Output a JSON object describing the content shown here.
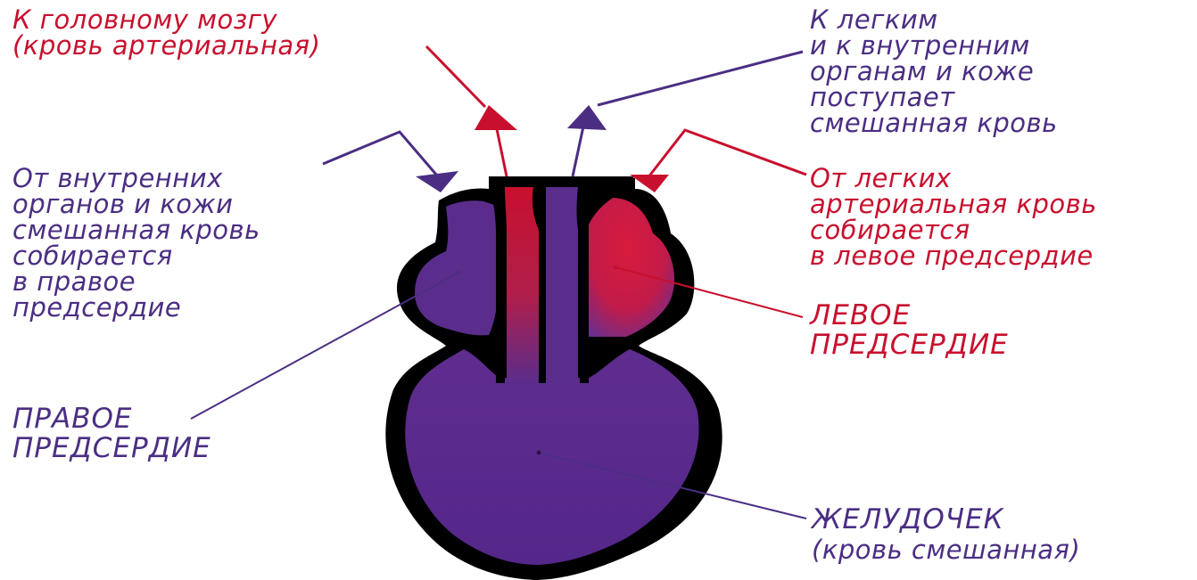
{
  "colors": {
    "arterial": "#c8102e",
    "mixed": "#4b2e83",
    "heart_fill": "#5a2d8c",
    "heart_wall": "#000000"
  },
  "labels": {
    "to_brain": [
      "К головному мозгу",
      "(кровь артериальная)"
    ],
    "to_lungs": [
      "К легким",
      "и к внутренним",
      "органам и коже",
      "поступает",
      "смешанная кровь"
    ],
    "from_organs": [
      "От внутренних",
      "органов и кожи",
      "смешанная кровь",
      "собирается",
      "в правое",
      "предсердие"
    ],
    "from_lungs": [
      "От легких",
      "артериальная кровь",
      "собирается",
      "в левое предсердие"
    ],
    "left_atrium": [
      "ЛЕВОЕ",
      "ПРЕДСЕРДИЕ"
    ],
    "right_atrium": [
      "ПРАВОЕ",
      "ПРЕДСЕРДИЕ"
    ],
    "ventricle": [
      "ЖЕЛУДОЧЕК",
      "(кровь смешанная)"
    ]
  }
}
